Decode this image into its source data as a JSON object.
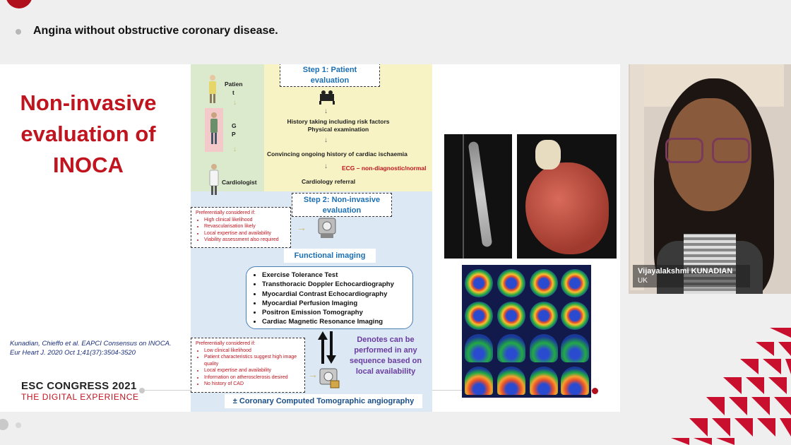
{
  "header": {
    "session_title": "Angina without obstructive coronary disease."
  },
  "slide": {
    "big_title_lines": [
      "Non-invasive",
      "evaluation of",
      "INOCA"
    ],
    "citation_line1": "Kunadian, Chieffo et al. EAPCI Consensus on INOCA.",
    "citation_line2": "Eur Heart J. 2020 Oct 1;41(37):3504-3520",
    "congress_line1": "ESC CONGRESS 2021",
    "congress_line2": "THE DIGITAL EXPERIENCE",
    "flow": {
      "actors": [
        "Patien",
        "t",
        "G",
        "P",
        "Cardiologist"
      ],
      "step1": [
        "Step 1: Patient",
        "evaluation"
      ],
      "history": "History taking including risk factors",
      "exam": "Physical examination",
      "ischaemia": "Convincing ongoing history of cardiac ischaemia",
      "ecg": "ECG – non-diagnostic/normal",
      "referral": "Cardiology referral",
      "step2": [
        "Step 2: Non-invasive",
        "evaluation"
      ],
      "pref1_title": "Preferentially considered if:",
      "pref1_items": [
        "High clinical likelihood",
        "Revascularisation likely",
        "Local expertise and availability",
        "Viability assessment also required"
      ],
      "functional": "Functional imaging",
      "tests": [
        "Exercise Tolerance Test",
        "Transthoracic Doppler Echocardiography",
        "Myocardial Contrast Echocardiography",
        "Myocardial Perfusion Imaging",
        "Positron Emission Tomography",
        "Cardiac Magnetic Resonance Imaging"
      ],
      "denotes": [
        "Denotes can be",
        "performed in any",
        "sequence based on",
        "local availability"
      ],
      "pref2_title": "Preferentially considered if:",
      "pref2_items": [
        "Low clinical likelihood",
        "Patient characteristics suggest high image quality",
        "Local expertise and availability",
        "Information on atherosclerosis desired",
        "No history of CAD"
      ],
      "ccta": "± Coronary Computed Tomographic angiography"
    }
  },
  "speaker": {
    "name": "Vijayalakshmi KUNADIAN",
    "country": "UK"
  },
  "colors": {
    "accent_red": "#c0141f",
    "step_blue": "#1a6fb3",
    "denotes_purple": "#6a3ca0"
  },
  "icons": [
    "patient-icon",
    "gp-icon",
    "cardiologist-icon",
    "scanner-icon",
    "bidirectional-arrow-icon"
  ]
}
